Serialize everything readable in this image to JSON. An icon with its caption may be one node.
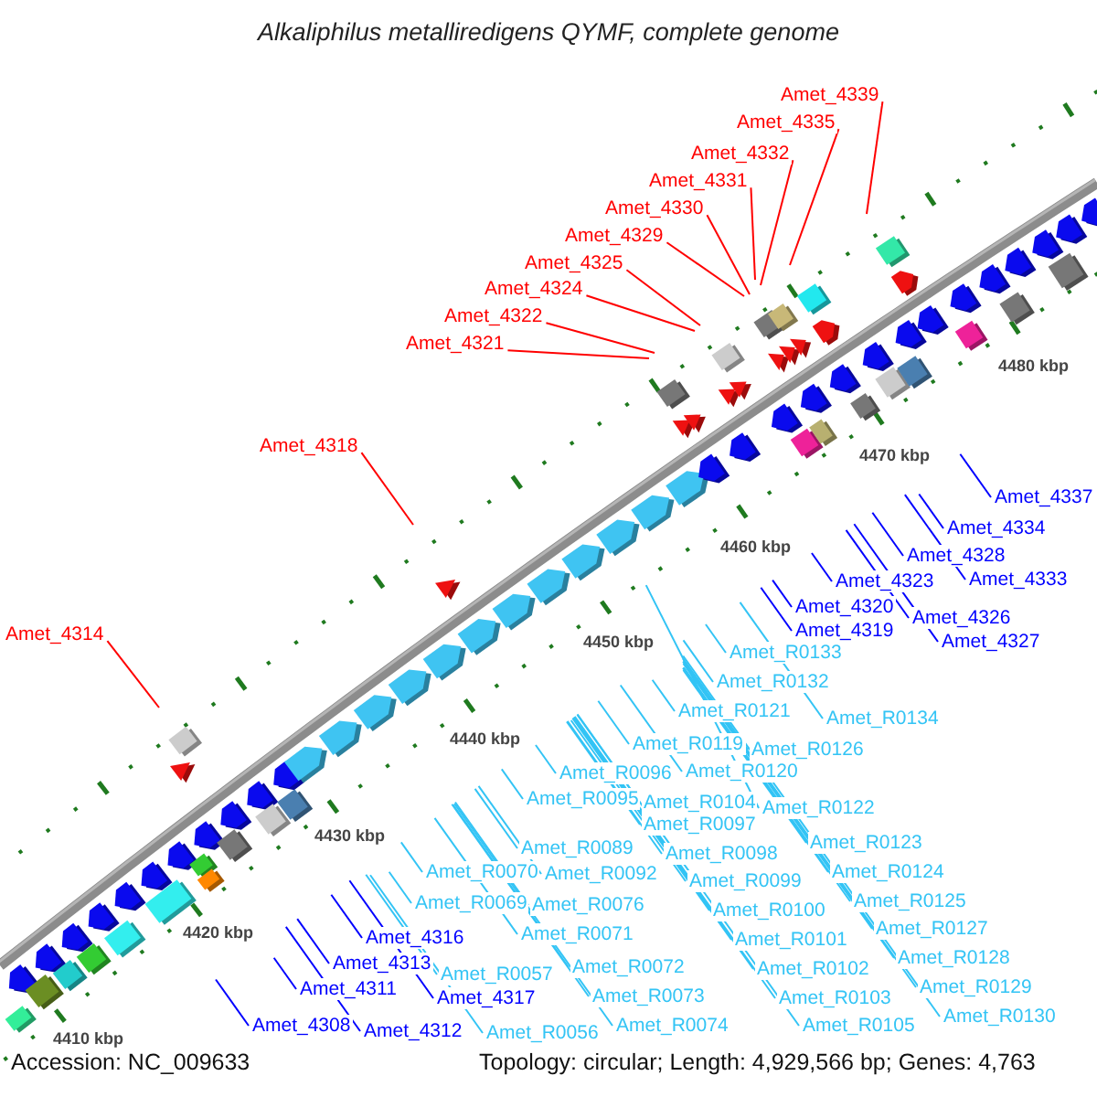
{
  "diagram": {
    "title": "Alkaliphilus metalliredigens QYMF, complete genome",
    "nodes": [
      {
        "text": [
          "Amet_4339"
        ]
      },
      {
        "text": [
          "Amet_4335"
        ]
      },
      {
        "text": [
          "Amet_4332"
        ]
      },
      {
        "text": [
          "Amet_4331"
        ]
      },
      {
        "text": [
          "Amet_4330"
        ]
      },
      {
        "text": [
          "Amet_4329"
        ]
      },
      {
        "text": [
          "Amet_4325"
        ]
      },
      {
        "text": [
          "Amet_4324"
        ]
      },
      {
        "text": [
          "Amet_4322"
        ]
      },
      {
        "text": [
          "Amet_4321"
        ]
      },
      {
        "text": [
          "Amet_4318"
        ]
      },
      {
        "text": [
          "Amet_4314"
        ]
      },
      {
        "text": [
          "Amet_4337"
        ]
      },
      {
        "text": [
          "Amet_4334"
        ]
      },
      {
        "text": [
          "Amet_4328"
        ]
      },
      {
        "text": [
          "Amet_4333"
        ]
      },
      {
        "text": [
          "Amet_4323"
        ]
      },
      {
        "text": [
          "Amet_4320"
        ]
      },
      {
        "text": [
          "Amet_4326"
        ]
      },
      {
        "text": [
          "Amet_4319"
        ]
      },
      {
        "text": [
          "Amet_4327"
        ]
      },
      {
        "text": [
          "Amet_4316"
        ]
      },
      {
        "text": [
          "Amet_4313"
        ]
      },
      {
        "text": [
          "Amet_4311"
        ]
      },
      {
        "text": [
          "Amet_4317"
        ]
      },
      {
        "text": [
          "Amet_4308"
        ]
      },
      {
        "text": [
          "Amet_4312"
        ]
      },
      {
        "text": [
          "Amet_R0133"
        ]
      },
      {
        "text": [
          "Amet_R0132"
        ]
      },
      {
        "text": [
          "Amet_R0121"
        ]
      },
      {
        "text": [
          "Amet_R0134"
        ]
      },
      {
        "text": [
          "Amet_R0119"
        ]
      },
      {
        "text": [
          "Amet_R0126"
        ]
      },
      {
        "text": [
          "Amet_R0096"
        ]
      },
      {
        "text": [
          "Amet_R0120"
        ]
      },
      {
        "text": [
          "Amet_R0095"
        ]
      },
      {
        "text": [
          "Amet_R0104"
        ]
      },
      {
        "text": [
          "Amet_R0122"
        ]
      },
      {
        "text": [
          "Amet_R0097"
        ]
      },
      {
        "text": [
          "Amet_R0123"
        ]
      },
      {
        "text": [
          "Amet_R0089"
        ]
      },
      {
        "text": [
          "Amet_R0098"
        ]
      },
      {
        "text": [
          "Amet_R0124"
        ]
      },
      {
        "text": [
          "Amet_R0070"
        ]
      },
      {
        "text": [
          "Amet_R0092"
        ]
      },
      {
        "text": [
          "Amet_R0099"
        ]
      },
      {
        "text": [
          "Amet_R0125"
        ]
      },
      {
        "text": [
          "Amet_R0069"
        ]
      },
      {
        "text": [
          "Amet_R0076"
        ]
      },
      {
        "text": [
          "Amet_R0100"
        ]
      },
      {
        "text": [
          "Amet_R0127"
        ]
      },
      {
        "text": [
          "Amet_R0071"
        ]
      },
      {
        "text": [
          "Amet_R0101"
        ]
      },
      {
        "text": [
          "Amet_R0128"
        ]
      },
      {
        "text": [
          "Amet_R0072"
        ]
      },
      {
        "text": [
          "Amet_R0102"
        ]
      },
      {
        "text": [
          "Amet_R0057"
        ]
      },
      {
        "text": [
          "Amet_R0129"
        ]
      },
      {
        "text": [
          "Amet_R0073"
        ]
      },
      {
        "text": [
          "Amet_R0103"
        ]
      },
      {
        "text": [
          "Amet_R0130"
        ]
      },
      {
        "text": [
          "Amet_R0074"
        ]
      },
      {
        "text": [
          "Amet_R0105"
        ]
      },
      {
        "text": [
          "Amet_R0056"
        ]
      }
    ],
    "edges": [
      {
        "from": 0,
        "to": null,
        "arrow": "none",
        "color": "#ff0000"
      },
      {
        "from": 1,
        "to": null,
        "arrow": "none",
        "color": "#ff0000"
      },
      {
        "from": 2,
        "to": null,
        "arrow": "none",
        "color": "#ff0000"
      },
      {
        "from": 3,
        "to": null,
        "arrow": "none",
        "color": "#ff0000"
      },
      {
        "from": 4,
        "to": null,
        "arrow": "none",
        "color": "#ff0000"
      },
      {
        "from": 5,
        "to": null,
        "arrow": "none",
        "color": "#ff0000"
      },
      {
        "from": 6,
        "to": null,
        "arrow": "none",
        "color": "#ff0000"
      },
      {
        "from": 7,
        "to": null,
        "arrow": "none",
        "color": "#ff0000"
      },
      {
        "from": 8,
        "to": null,
        "arrow": "none",
        "color": "#ff0000"
      },
      {
        "from": 9,
        "to": null,
        "arrow": "none",
        "color": "#ff0000"
      },
      {
        "from": 10,
        "to": null,
        "arrow": "none",
        "color": "#ff0000"
      },
      {
        "from": 11,
        "to": null,
        "arrow": "none",
        "color": "#ff0000"
      },
      {
        "from": 12,
        "to": null,
        "arrow": "none",
        "color": "#0000ff"
      },
      {
        "from": 13,
        "to": null,
        "arrow": "none",
        "color": "#0000ff"
      },
      {
        "from": 14,
        "to": null,
        "arrow": "none",
        "color": "#0000ff"
      },
      {
        "from": 15,
        "to": null,
        "arrow": "none",
        "color": "#0000ff"
      },
      {
        "from": 16,
        "to": null,
        "arrow": "none",
        "color": "#0000ff"
      },
      {
        "from": 17,
        "to": null,
        "arrow": "none",
        "color": "#0000ff"
      },
      {
        "from": 18,
        "to": null,
        "arrow": "none",
        "color": "#0000ff"
      },
      {
        "from": 19,
        "to": null,
        "arrow": "none",
        "color": "#0000ff"
      },
      {
        "from": 20,
        "to": null,
        "arrow": "none",
        "color": "#0000ff"
      },
      {
        "from": 21,
        "to": null,
        "arrow": "none",
        "color": "#0000ff"
      },
      {
        "from": 22,
        "to": null,
        "arrow": "none",
        "color": "#0000ff"
      },
      {
        "from": 23,
        "to": null,
        "arrow": "none",
        "color": "#0000ff"
      },
      {
        "from": 24,
        "to": null,
        "arrow": "none",
        "color": "#0000ff"
      },
      {
        "from": 25,
        "to": null,
        "arrow": "none",
        "color": "#0000ff"
      },
      {
        "from": 26,
        "to": null,
        "arrow": "none",
        "color": "#0000ff"
      },
      {
        "from": 27,
        "to": null,
        "arrow": "none"
      },
      {
        "from": 28,
        "to": null,
        "arrow": "none"
      },
      {
        "from": 29,
        "to": null,
        "arrow": "none"
      },
      {
        "from": 30,
        "to": null,
        "arrow": "none"
      },
      {
        "from": 31,
        "to": null,
        "arrow": "none"
      },
      {
        "from": 32,
        "to": null,
        "arrow": "none"
      },
      {
        "from": 33,
        "to": null,
        "arrow": "none"
      },
      {
        "from": 34,
        "to": null,
        "arrow": "none"
      },
      {
        "from": 35,
        "to": null,
        "arrow": "none"
      },
      {
        "from": 36,
        "to": null,
        "arrow": "none"
      },
      {
        "from": 37,
        "to": null,
        "arrow": "none"
      },
      {
        "from": 38,
        "to": null,
        "arrow": "none"
      },
      {
        "from": 39,
        "to": null,
        "arrow": "none"
      },
      {
        "from": 40,
        "to": null,
        "arrow": "none"
      },
      {
        "from": 41,
        "to": null,
        "arrow": "none"
      },
      {
        "from": 42,
        "to": null,
        "arrow": "none"
      },
      {
        "from": 43,
        "to": null,
        "arrow": "none"
      },
      {
        "from": 44,
        "to": null,
        "arrow": "none"
      },
      {
        "from": 45,
        "to": null,
        "arrow": "none"
      },
      {
        "from": 46,
        "to": null,
        "arrow": "none"
      },
      {
        "from": 47,
        "to": null,
        "arrow": "none"
      },
      {
        "from": 48,
        "to": null,
        "arrow": "none"
      },
      {
        "from": 49,
        "to": null,
        "arrow": "none"
      },
      {
        "from": 50,
        "to": null,
        "arrow": "none"
      },
      {
        "from": 51,
        "to": null,
        "arrow": "none"
      },
      {
        "from": 52,
        "to": null,
        "arrow": "none"
      },
      {
        "from": 53,
        "to": null,
        "arrow": "none"
      },
      {
        "from": 54,
        "to": null,
        "arrow": "none"
      },
      {
        "from": 55,
        "to": null,
        "arrow": "none"
      },
      {
        "from": 56,
        "to": null,
        "arrow": "none"
      },
      {
        "from": 57,
        "to": null,
        "arrow": "none"
      },
      {
        "from": 58,
        "to": null,
        "arrow": "none"
      },
      {
        "from": 59,
        "to": null,
        "arrow": "none"
      },
      {
        "from": 60,
        "to": null,
        "arrow": "none"
      },
      {
        "from": 61,
        "to": null,
        "arrow": "none"
      },
      {
        "from": 62,
        "to": null,
        "arrow": "none"
      },
      {
        "from": 63,
        "to": null,
        "arrow": "none"
      }
    ],
    "labels": [
      "4480 kbp",
      "4470 kbp",
      "4460 kbp",
      "4450 kbp",
      "4440 kbp",
      "4430 kbp",
      "4420 kbp",
      "4410 kbp",
      "Accession: NC_009633",
      "Topology: circular; Length: 4,929,566 bp; Genes: 4,763"
    ]
  }
}
